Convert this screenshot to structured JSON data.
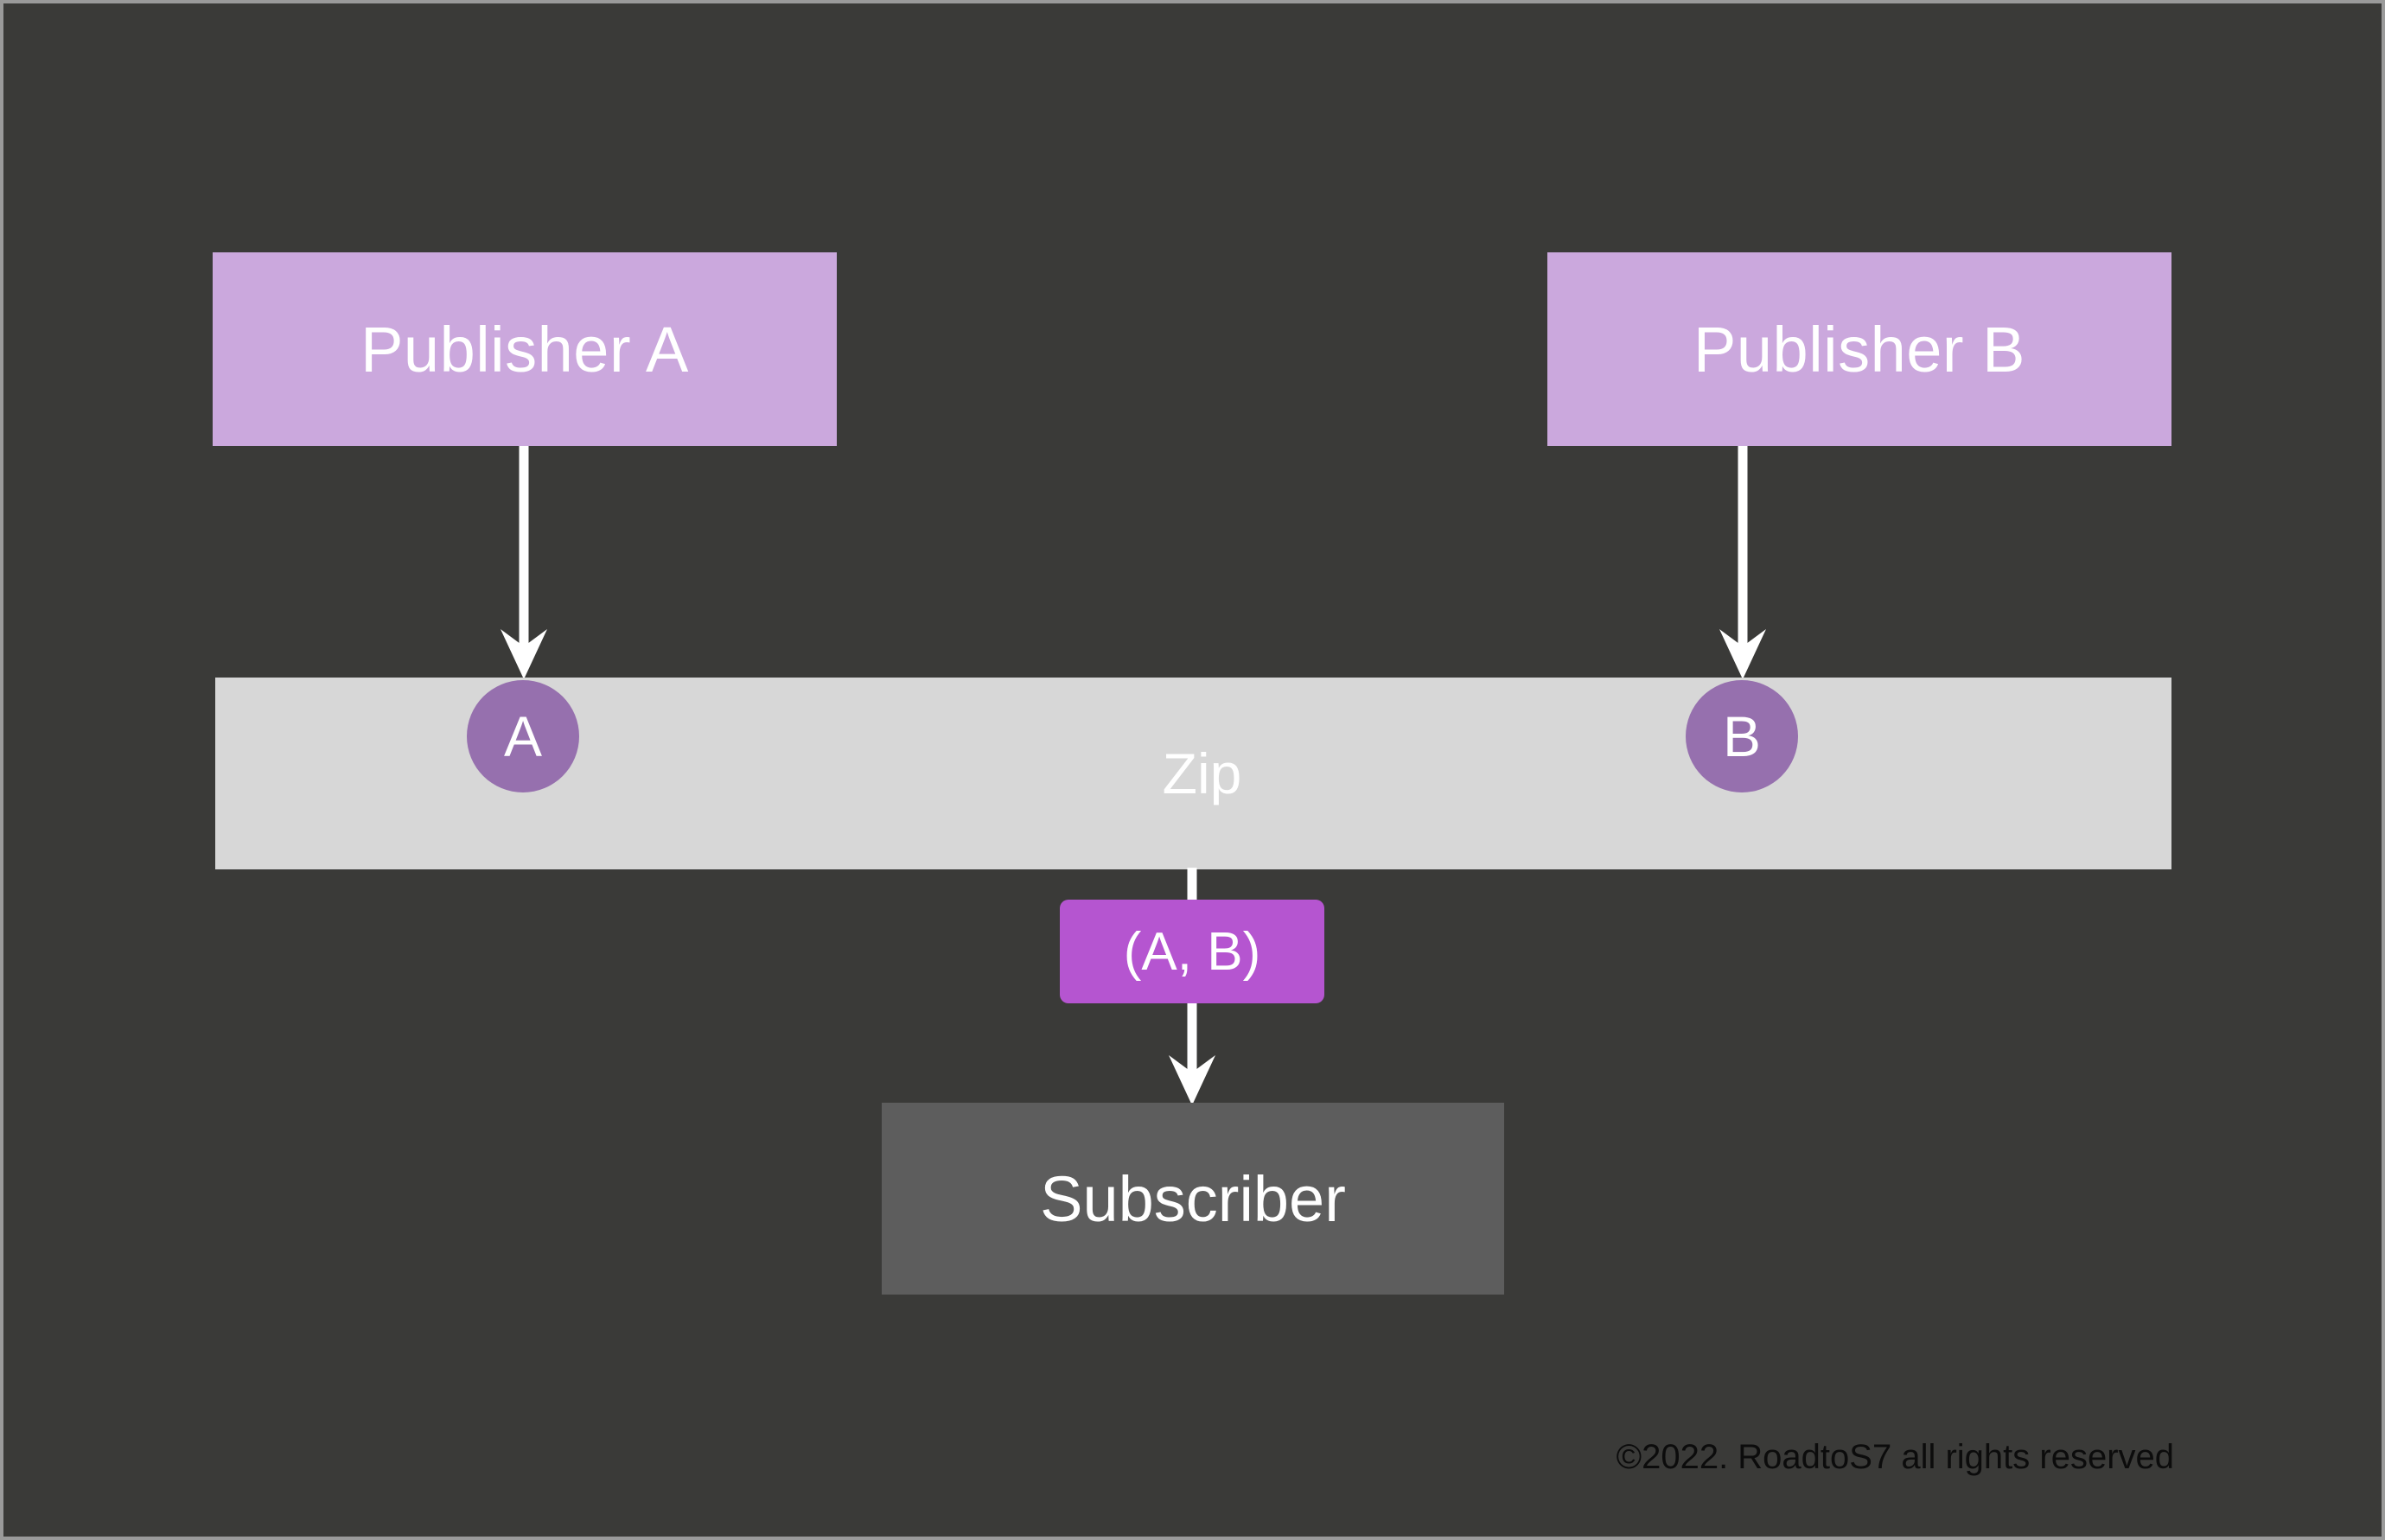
{
  "diagram": {
    "title": "Zip operator marble diagram",
    "background_color": "#3a3a38",
    "border_color": "#9a9a9a"
  },
  "publishers": [
    {
      "id": "publisher-a",
      "label": "Publisher A",
      "color": "#cba8dd",
      "emits": "A"
    },
    {
      "id": "publisher-b",
      "label": "Publisher B",
      "color": "#cba8dd",
      "emits": "B"
    }
  ],
  "operator": {
    "label": "Zip",
    "bar_color": "#d7d7d7",
    "text_color": "#ffffff"
  },
  "events": [
    {
      "id": "event-a",
      "label": "A",
      "color": "#9670ae"
    },
    {
      "id": "event-b",
      "label": "B",
      "color": "#9670ae"
    }
  ],
  "result": {
    "label": "(A, B)",
    "color": "#b555d0"
  },
  "subscriber": {
    "label": "Subscriber",
    "color": "#5d5d5d"
  },
  "arrows": {
    "publisher_a_to_bar": "arrow-down",
    "publisher_b_to_bar": "arrow-down",
    "bar_to_result": "line-down",
    "result_to_subscriber": "arrow-down",
    "color": "#ffffff"
  },
  "footer": {
    "copyright": "©2022. RoadtoS7 all rights reserved"
  }
}
